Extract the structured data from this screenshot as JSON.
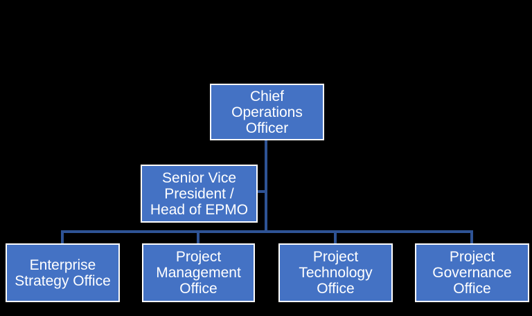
{
  "colors": {
    "background": "#000000",
    "node_fill": "#4472C4",
    "node_border": "#FFFFFF",
    "connector": "#2E5395",
    "text": "#FFFFFF"
  },
  "diagram": {
    "type": "org-chart",
    "nodes": {
      "coo": {
        "label": "Chief Operations Officer",
        "lines": [
          "Chief",
          "Operations",
          "Officer"
        ]
      },
      "svp": {
        "label": "Senior Vice President / Head of EPMO",
        "lines": [
          "Senior Vice",
          "President /",
          "Head of EPMO"
        ]
      },
      "eso": {
        "label": "Enterprise Strategy Office",
        "lines": [
          "Enterprise",
          "Strategy Office"
        ]
      },
      "pmo": {
        "label": "Project Management Office",
        "lines": [
          "Project",
          "Management",
          "Office"
        ]
      },
      "pto": {
        "label": "Project Technology Office",
        "lines": [
          "Project",
          "Technology",
          "Office"
        ]
      },
      "pgo": {
        "label": "Project Governance Office",
        "lines": [
          "Project",
          "Governance",
          "Office"
        ]
      }
    },
    "edges": [
      {
        "from": "coo",
        "to": "svp"
      },
      {
        "from": "coo",
        "to": "eso"
      },
      {
        "from": "coo",
        "to": "pmo"
      },
      {
        "from": "coo",
        "to": "pto"
      },
      {
        "from": "coo",
        "to": "pgo"
      }
    ]
  }
}
